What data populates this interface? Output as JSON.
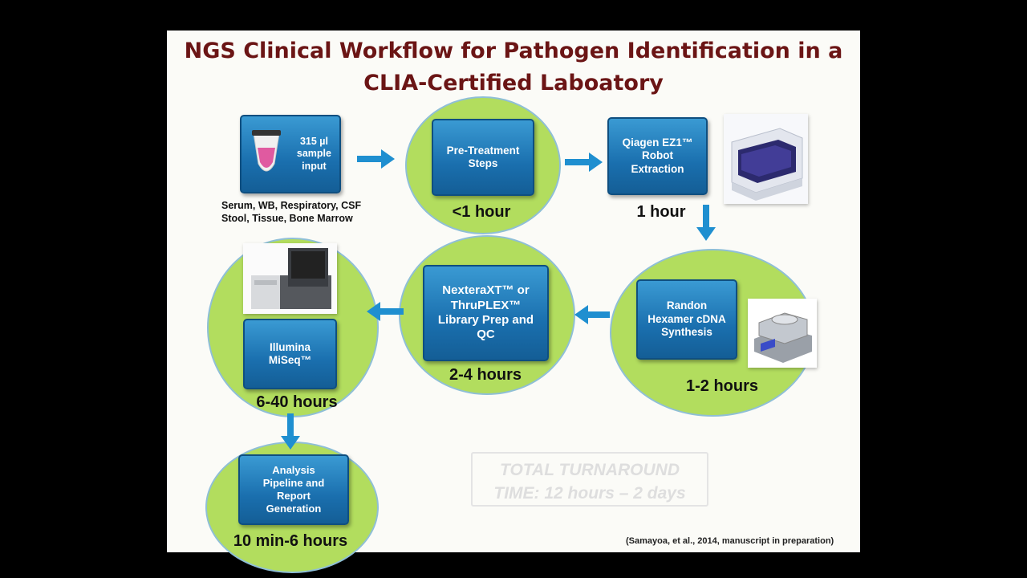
{
  "title_line1": "NGS Clinical Workflow for Pathogen Identification in a",
  "title_line2": "CLIA-Certified Laboatory",
  "steps": [
    {
      "label": "315 µl\nsample\ninput",
      "note": "Serum, WB, Respiratory, CSF\nStool, Tissue, Bone Marrow",
      "icon": "sample-tube-icon"
    },
    {
      "label": "Pre-Treatment\nSteps",
      "time": "<1 hour"
    },
    {
      "label": "Qiagen EZ1™\nRobot\nExtraction",
      "time": "1 hour",
      "image": "extraction-robot-image"
    },
    {
      "label": "Randon\nHexamer cDNA\nSynthesis",
      "time": "1-2 hours",
      "image": "thermal-cycler-image"
    },
    {
      "label": "NexteraXT™ or\nThruPLEX™\nLibrary Prep and\nQC",
      "time": "2-4 hours"
    },
    {
      "label": "Illumina\nMiSeq™",
      "time": "6-40 hours",
      "image": "miseq-sequencer-image"
    },
    {
      "label": "Analysis\nPipeline and\nReport\nGeneration",
      "time": "10 min-6 hours"
    }
  ],
  "turnaround_line1": "TOTAL TURNAROUND",
  "turnaround_line2": "TIME: 12 hours – 2 days",
  "citation": "(Samayoa, et al., 2014, manuscript in preparation)",
  "colors": {
    "title": "#6b1515",
    "circle_fill": "#b2dd5e",
    "box_blue": "#1a6fae",
    "arrow": "#1f8fd0"
  }
}
